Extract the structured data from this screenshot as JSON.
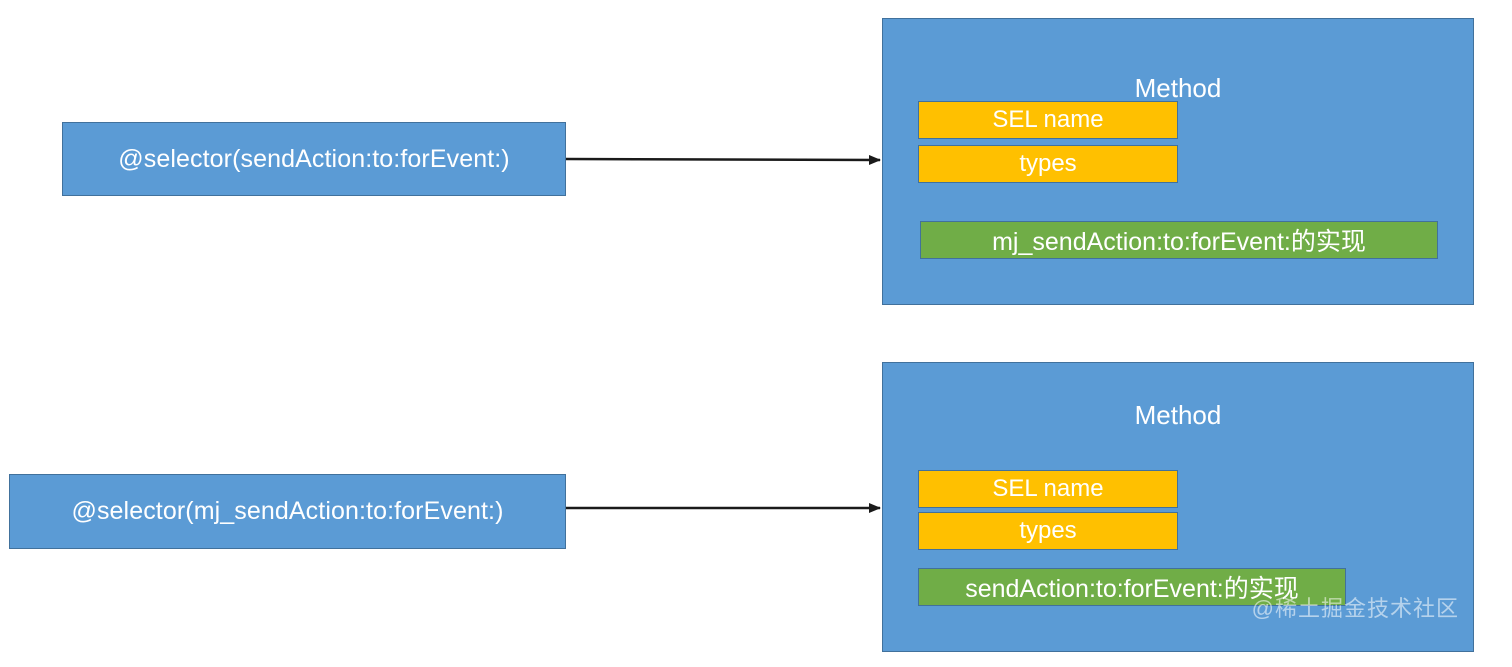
{
  "diagram": {
    "title": "Objective-C method swizzling mapping",
    "colors": {
      "box_blue": "#5B9BD5",
      "box_border": "#41719C",
      "field_orange": "#FFC000",
      "impl_green": "#70AD47",
      "arrow_black": "#1A1A1A",
      "background": "#FFFFFF",
      "text_white": "#FFFFFF"
    },
    "watermark": "@稀土掘金技术社区",
    "pairs": [
      {
        "selector": {
          "label": "@selector(sendAction:to:forEvent:)"
        },
        "method": {
          "title": "Method",
          "fields": [
            {
              "label": "SEL name"
            },
            {
              "label": "types"
            }
          ],
          "implementation": "mj_sendAction:to:forEvent:的实现"
        },
        "arrow": {
          "from": "selector",
          "to": "method",
          "head": "solid-triangle"
        }
      },
      {
        "selector": {
          "label": "@selector(mj_sendAction:to:forEvent:)"
        },
        "method": {
          "title": "Method",
          "fields": [
            {
              "label": "SEL name"
            },
            {
              "label": "types"
            }
          ],
          "implementation": "sendAction:to:forEvent:的实现"
        },
        "arrow": {
          "from": "selector",
          "to": "method",
          "head": "solid-triangle"
        }
      }
    ]
  }
}
